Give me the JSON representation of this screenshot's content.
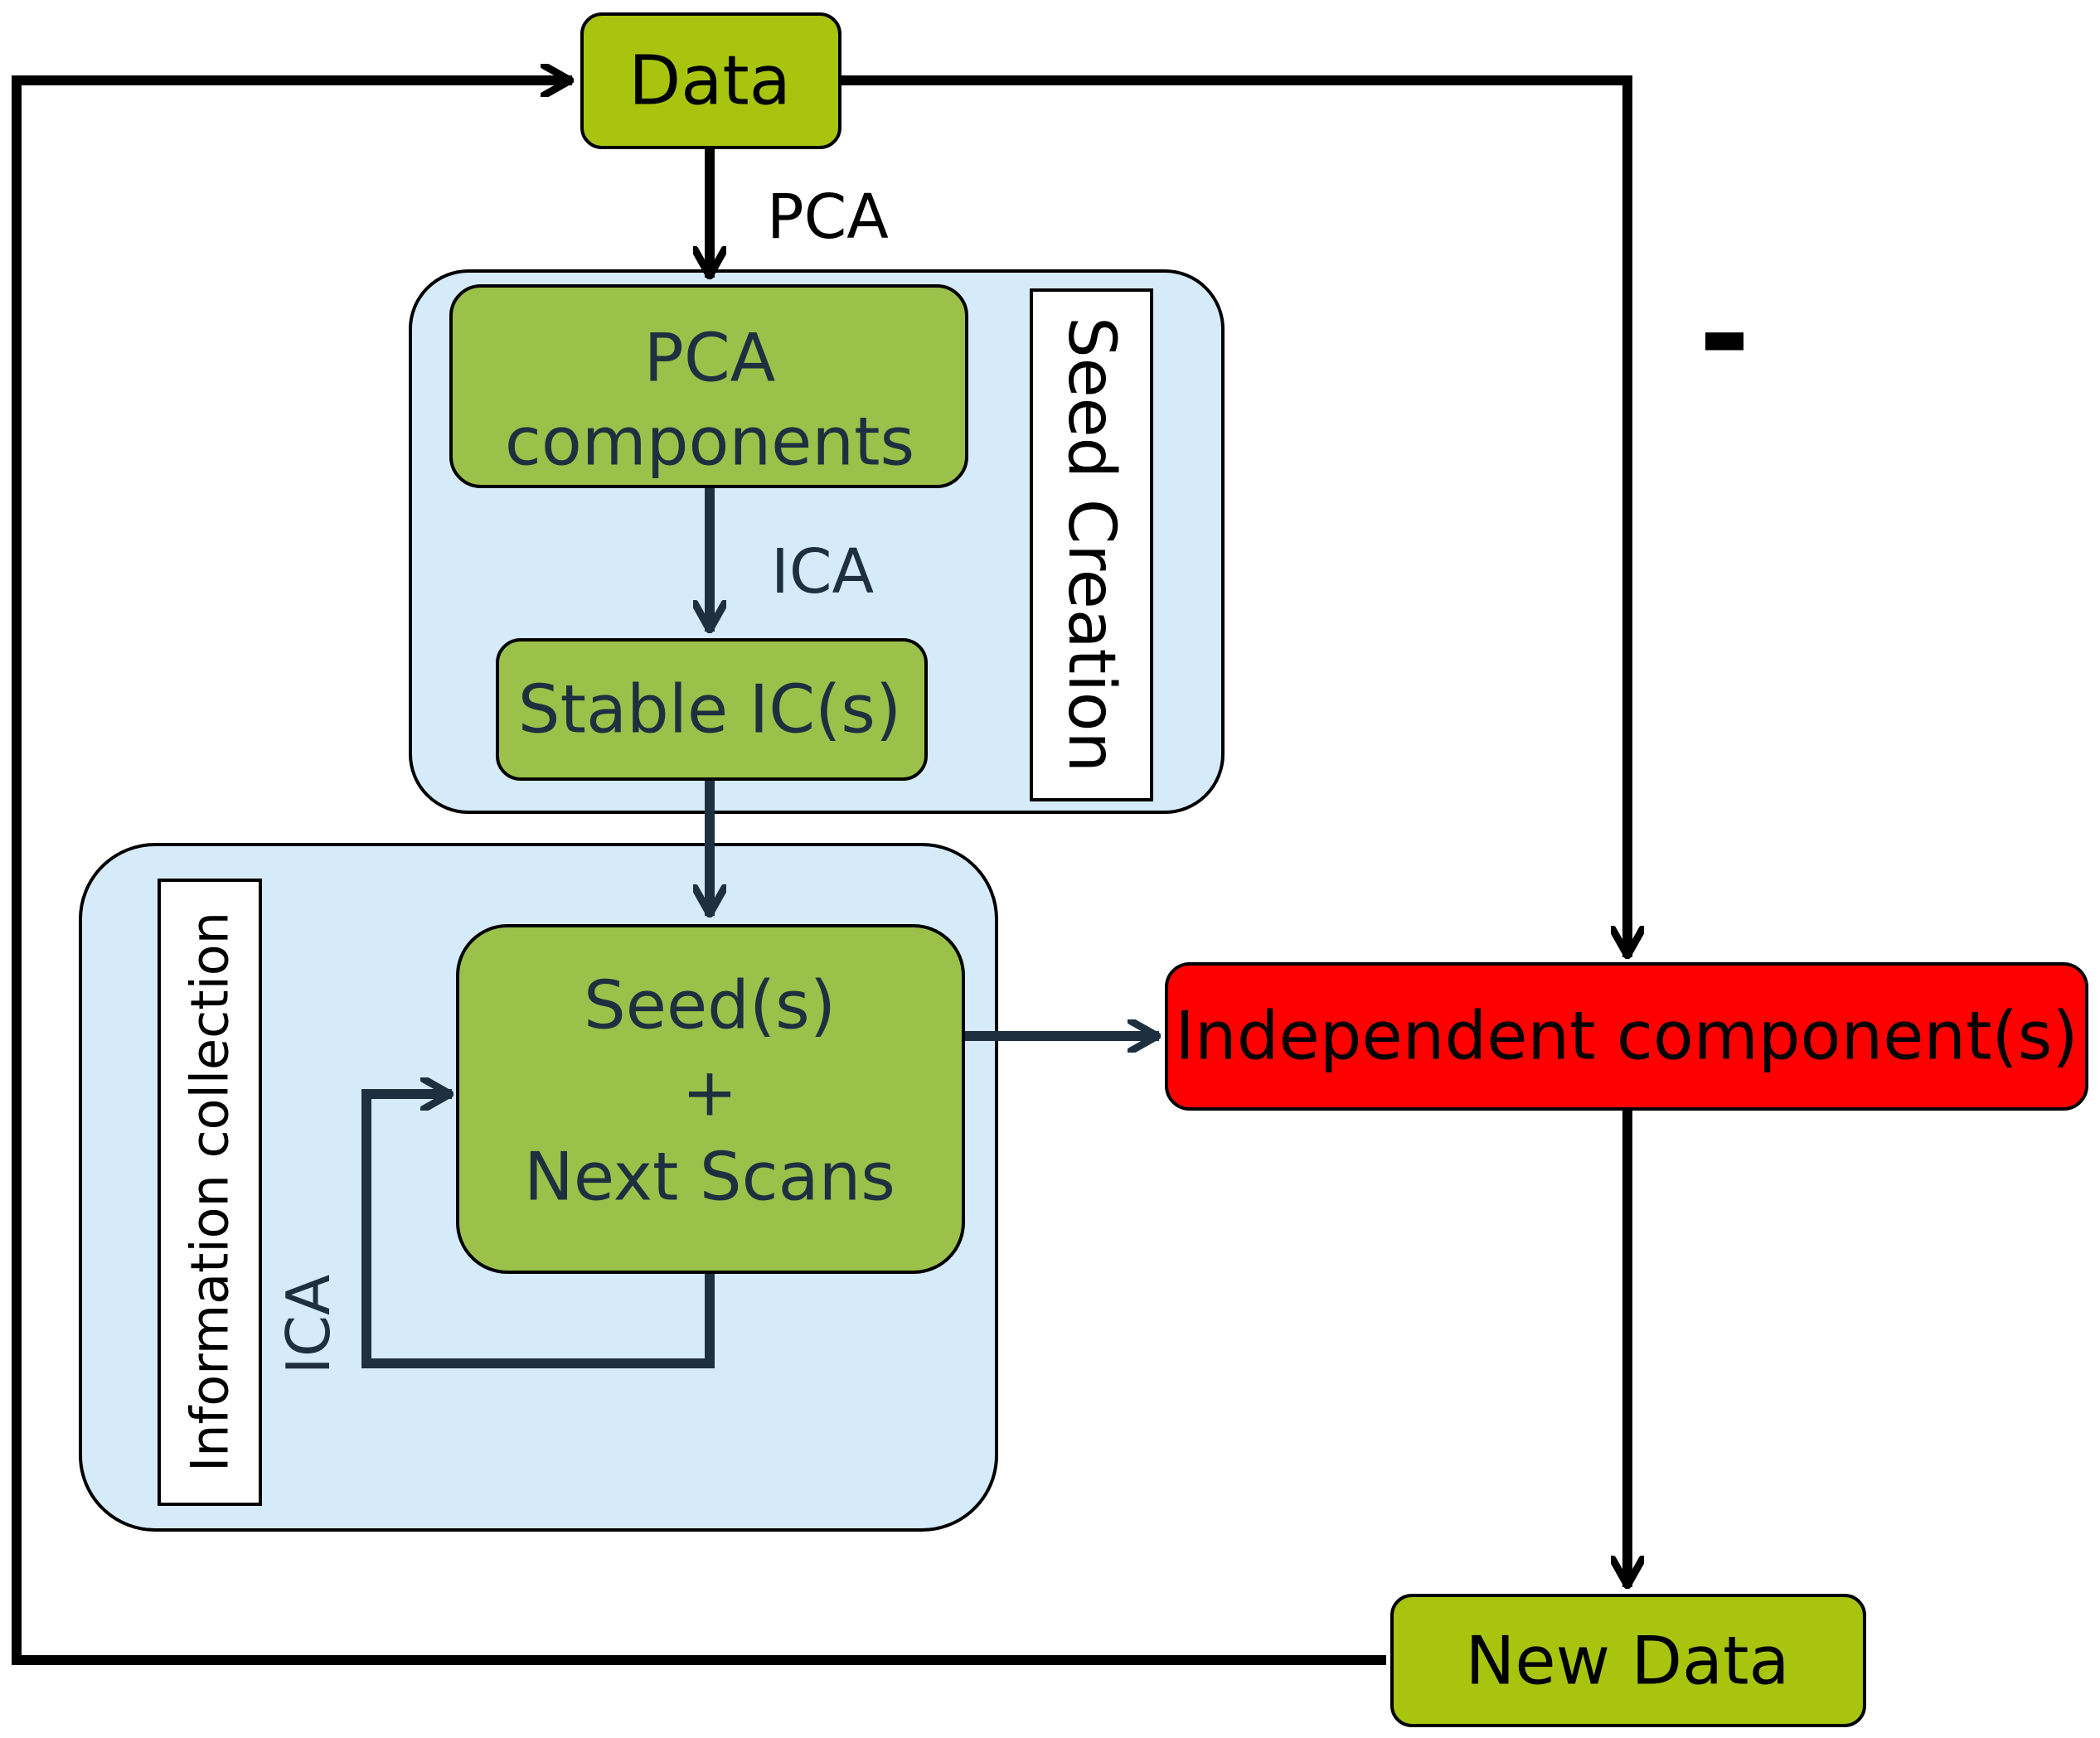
{
  "nodes": {
    "data": "Data",
    "pca_components_line1": "PCA",
    "pca_components_line2": "components",
    "stable_ic": "Stable IC(s)",
    "seed_line1": "Seed(s)",
    "seed_line2": "+",
    "seed_line3": "Next Scans",
    "independent_components": "Independent component(s)",
    "new_data": "New Data"
  },
  "groups": {
    "seed_creation": "Seed Creation",
    "information_collection": "Information collection"
  },
  "edges": {
    "pca": "PCA",
    "ica_seed": "ICA",
    "ica_loop": "ICA",
    "minus": "-"
  },
  "colors": {
    "data_node": "#a8c40f",
    "process_node": "#9bc14a",
    "group_fill": "#d6ebfa",
    "result_node": "#ff0000",
    "arrow_black": "#000000",
    "arrow_dark": "#1e3040"
  }
}
